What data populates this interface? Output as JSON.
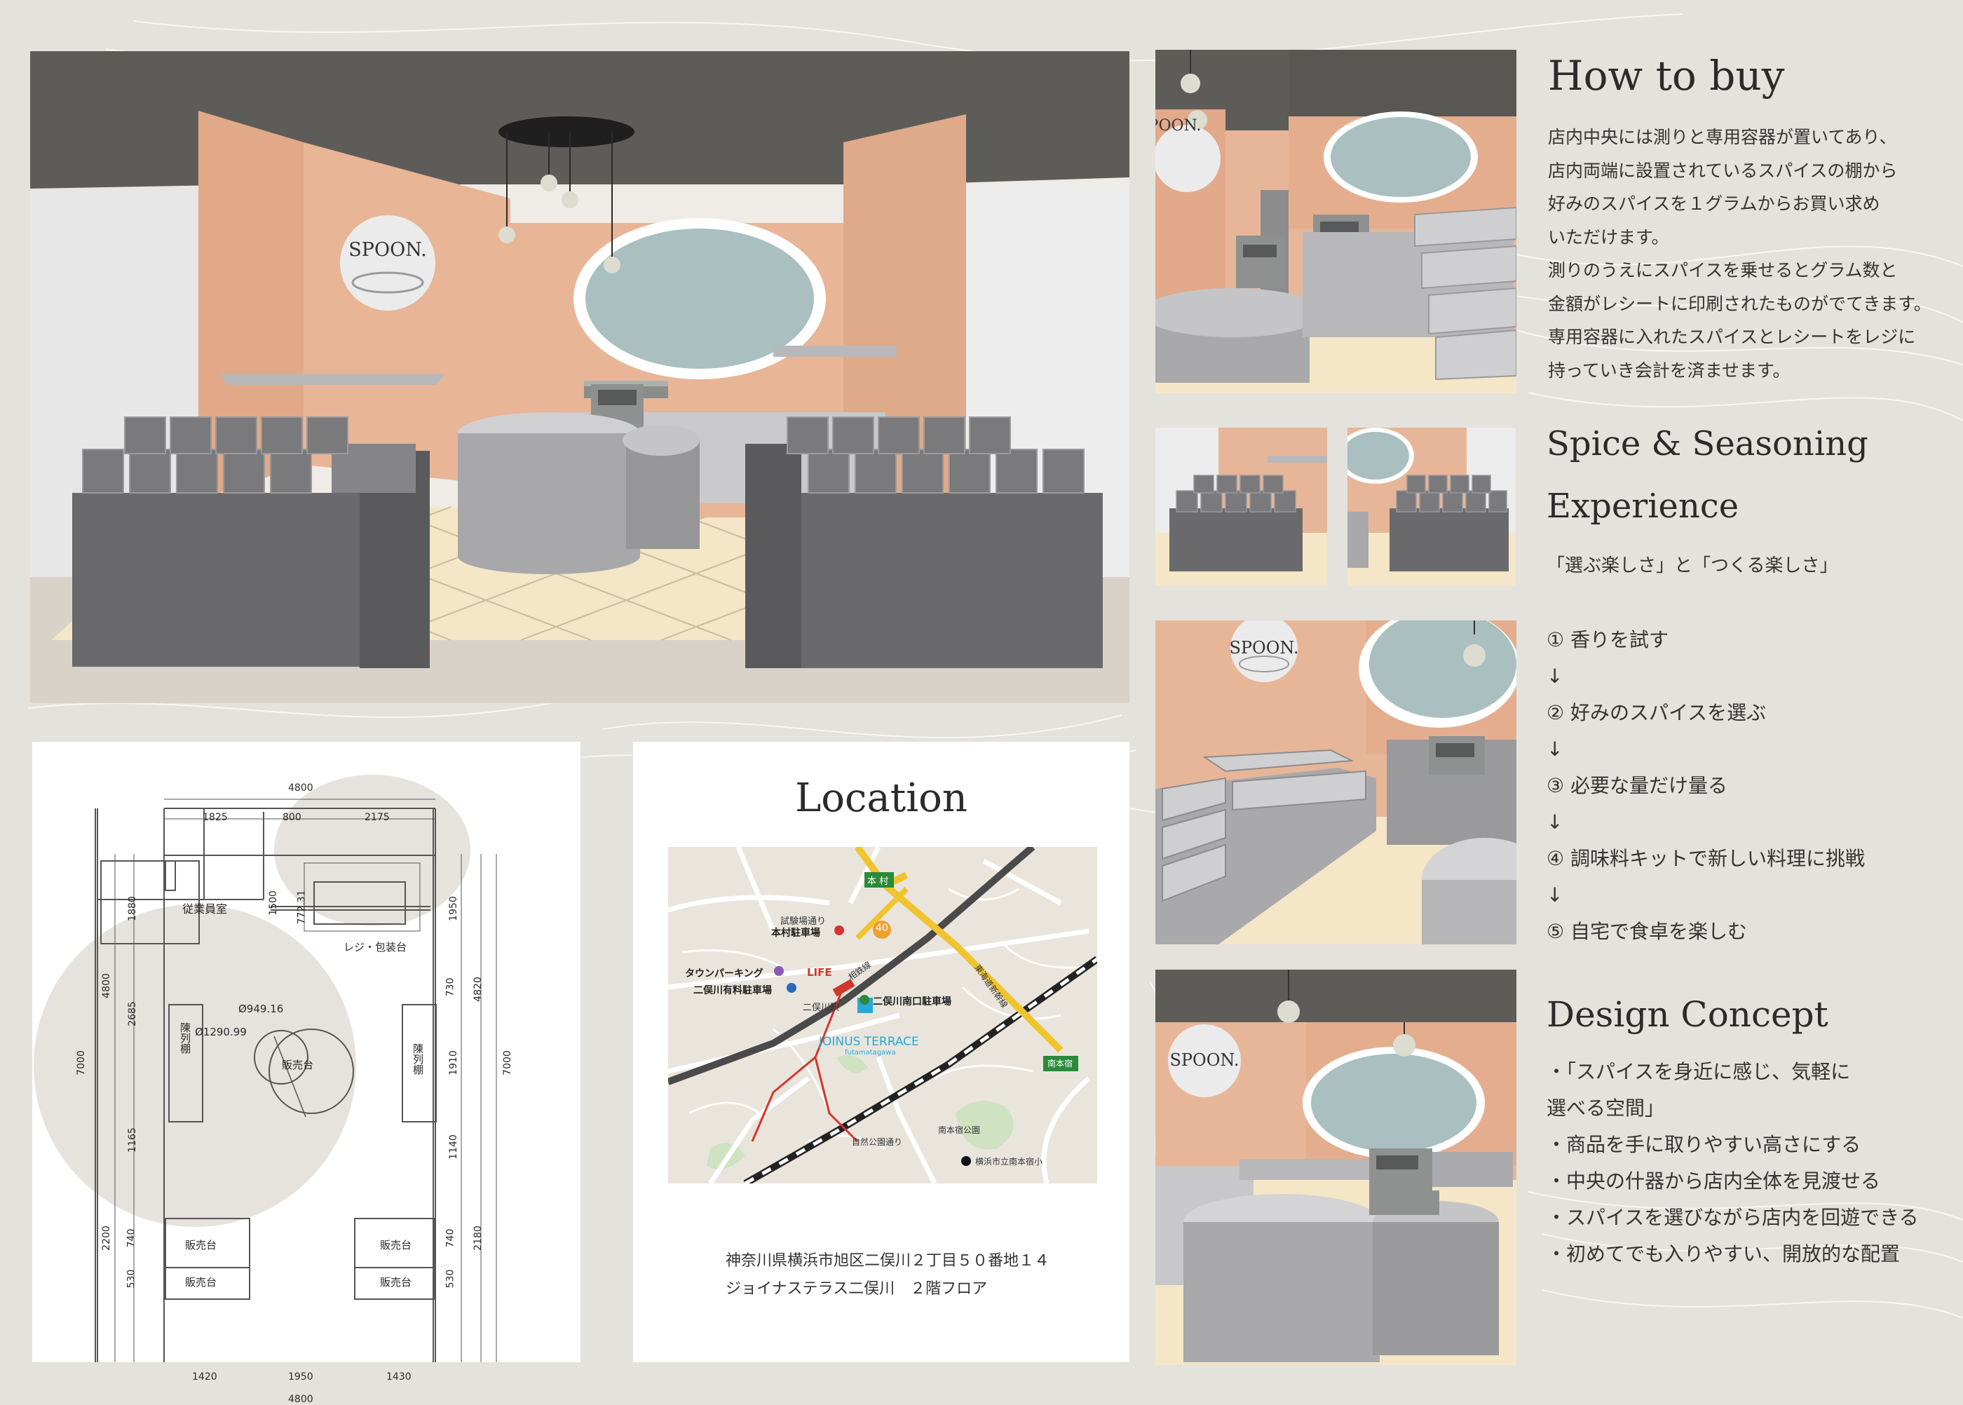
{
  "how_to_buy": {
    "title": "How to buy",
    "lines": [
      "店内中央には測りと専用容器が置いてあり、",
      "店内両端に設置されているスパイスの棚から",
      "好みのスパイスを１グラムからお買い求め",
      "いただけます。",
      "測りのうえにスパイスを乗せるとグラム数と",
      "金額がレシートに印刷されたものがでてきます。",
      "専用容器に入れたスパイスとレシートをレジに",
      "持っていき会計を済ませます。"
    ]
  },
  "experience": {
    "title_line1": "Spice & Seasoning",
    "title_line2": "Experience",
    "subtitle": "「選ぶ楽しさ」と「つくる楽しさ」",
    "steps": [
      "① 香りを試す",
      "↓",
      "② 好みのスパイスを選ぶ",
      "↓",
      "③ 必要な量だけ量る",
      "↓",
      "④ 調味料キットで新しい料理に挑戦",
      "↓",
      "⑤ 自宅で食卓を楽しむ"
    ]
  },
  "design_concept": {
    "title": "Design Concept",
    "lines": [
      "・「スパイスを身近に感じ、気軽に",
      "選べる空間」",
      "・商品を手に取りやすい高さにする",
      "・中央の什器から店内全体を見渡せる",
      "・スパイスを選びながら店内を回遊できる",
      "・初めてでも入りやすい、開放的な配置"
    ]
  },
  "brand": {
    "logo_text": "SPOON."
  },
  "floor_plan": {
    "top_total": "4800",
    "top_segments": [
      "1825",
      "800",
      "2175"
    ],
    "bottom_segments": [
      "1420",
      "1950",
      "1430"
    ],
    "bottom_total": "4800",
    "left_outer": "7000",
    "left_total": "4800",
    "left_segments": [
      "1880",
      "2685",
      "1165"
    ],
    "left_lower": [
      "2200",
      "740",
      "530"
    ],
    "right_outer": "7000",
    "right_total": "4820",
    "right_segments": [
      "1950",
      "730",
      "1910",
      "1140"
    ],
    "right_lower": [
      "2180",
      "740",
      "530"
    ],
    "room_staff": "従業員室",
    "dim_1500": "1500",
    "dim_772": "772.31",
    "register": "レジ・包装台",
    "diam_949": "Ø949.16",
    "diam_1290": "Ø1290.99",
    "shelf_left": "陳列棚",
    "shelf_right": "陳列棚",
    "center_table": "販売台",
    "sale_table_1": "販売台",
    "sale_table_2": "販売台",
    "sale_table_3": "販売台",
    "sale_table_4": "販売台"
  },
  "location": {
    "title": "Location",
    "address_line1": "神奈川県横浜市旭区二俣川２丁目５０番地１４",
    "address_line2": "ジョイナステラス二俣川　２階フロア",
    "map": {
      "road_label_top": "本 村",
      "route_40": "40",
      "street_1": "試験場通り",
      "parking_honmura": "本村駐車場",
      "parking_town": "タウンパーキング",
      "parking_paid": "二俣川有料駐車場",
      "life": "LIFE",
      "station": "二俣川駅",
      "parking_south": "二俣川南口駐車場",
      "line_sotetsu": "相鉄線",
      "line_tokaido": "東海道新幹線",
      "joinus": "JOINUS TERRACE",
      "joinus_sub": "futamatagawa",
      "minamihonjuku": "南本宿",
      "park_shizen": "自然公園通り",
      "park_minami": "南本宿公園",
      "school": "横浜市立南本宿小"
    }
  },
  "colors": {
    "background": "#e4e2dc",
    "wall_peach": "#e8b597",
    "ceiling": "#5e5c58",
    "fixture_gray": "#7c7c7e",
    "floor_cream": "#f4e6c6",
    "mirror_blue": "#a9bfc0"
  }
}
